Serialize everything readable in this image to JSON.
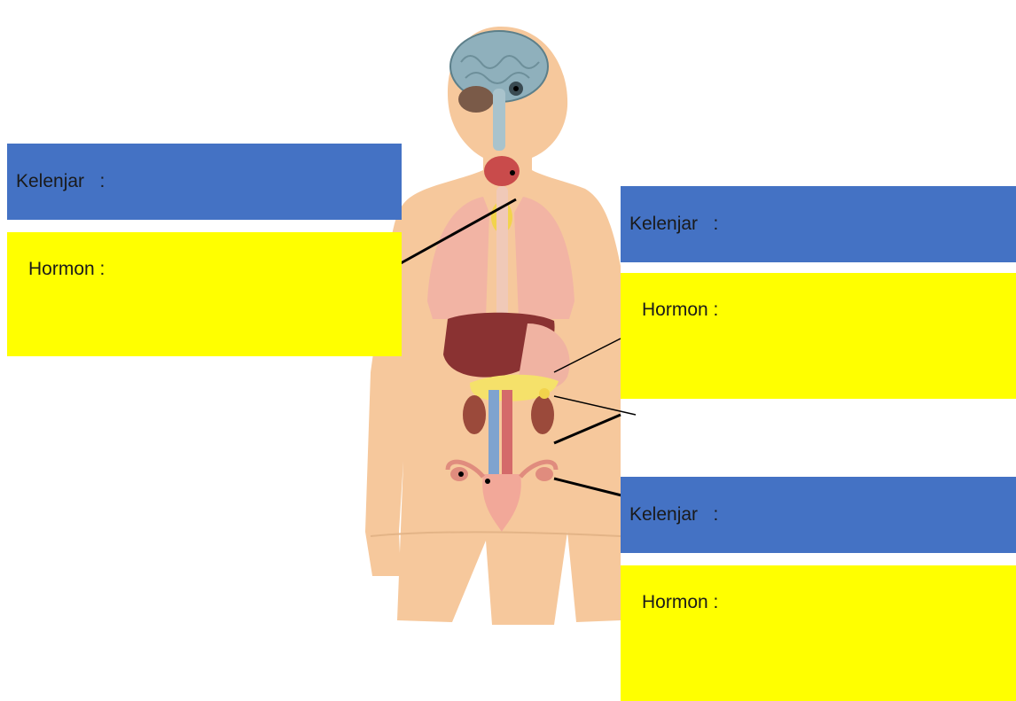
{
  "colors": {
    "kelenjar_box": "#4472c4",
    "hormon_box": "#ffff00",
    "skin": "#f6c89c",
    "leader_line": "#000000"
  },
  "labels": [
    {
      "kelenjar": "Kelenjar   :",
      "hormon": "Hormon :"
    },
    {
      "kelenjar": "Kelenjar   :",
      "hormon": "Hormon :"
    },
    {
      "kelenjar": "Kelenjar   :",
      "hormon": "Hormon :"
    }
  ],
  "figure": {
    "subject": "human body silhouette with endocrine glands and organs",
    "parts": [
      "brain",
      "pituitary",
      "thyroid",
      "thymus",
      "lungs",
      "liver",
      "stomach",
      "pancreas",
      "adrenal-kidneys",
      "ovaries",
      "uterus"
    ]
  }
}
